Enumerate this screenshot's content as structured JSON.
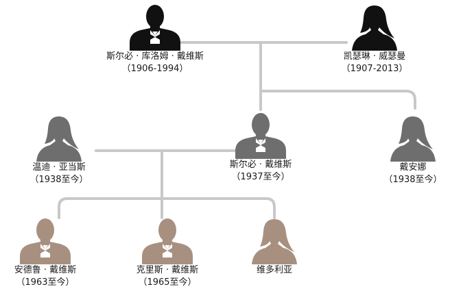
{
  "colors": {
    "line": "#c8c8c8",
    "generation_1": "#111111",
    "generation_2": "#6e6e6e",
    "generation_3": "#a89080"
  },
  "people": {
    "p1": {
      "name": "斯尔必 · 库洛姆 · 戴维斯",
      "years": "（1906-1994）",
      "icon": "man-silhouette-icon"
    },
    "p2": {
      "name": "凯瑟琳 · 威瑟曼",
      "years": "（1907-2013）",
      "icon": "woman-silhouette-icon"
    },
    "p3": {
      "name": "温迪 · 亚当斯",
      "years": "（1938至今）",
      "icon": "woman-silhouette-icon"
    },
    "p4": {
      "name": "斯尔必 · 戴维斯",
      "years": "（1937至今）",
      "icon": "man-silhouette-icon"
    },
    "p5": {
      "name": "戴安娜",
      "years": "（1938至今）",
      "icon": "woman-silhouette-icon"
    },
    "p6": {
      "name": "安德鲁 · 戴维斯",
      "years": "（1963至今）",
      "icon": "man-silhouette-icon"
    },
    "p7": {
      "name": "克里斯 · 戴维斯",
      "years": "（1965至今）",
      "icon": "man-silhouette-icon"
    },
    "p8": {
      "name": "维多利亚",
      "years": "",
      "icon": "woman-silhouette-icon"
    }
  }
}
